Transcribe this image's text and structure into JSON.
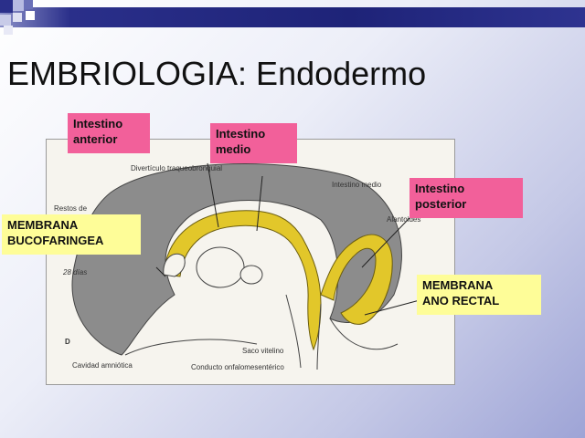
{
  "slide": {
    "title": "EMBRIOLOGIA: Endodermo"
  },
  "labels": {
    "intestino_anterior": [
      "Intestino",
      "anterior"
    ],
    "intestino_medio": [
      "Intestino",
      "medio"
    ],
    "intestino_posterior": [
      "Intestino",
      "posterior"
    ],
    "membrana_bucofaringea": [
      "MEMBRANA",
      "BUCOFARINGEA"
    ],
    "membrana_ano_rectal": [
      "MEMBRANA",
      "ANO RECTAL"
    ]
  },
  "figure": {
    "panel_letter": "D",
    "age": "28 días",
    "texts": {
      "diverticulo": "Divertículo traqueobronquial",
      "restos": "Restos de",
      "intestino_medio": "Intestino medio",
      "alantoides": "Alantoides",
      "saco_vitelino": "Saco vitelino",
      "cavidad_amniotica": "Cavidad amniótica",
      "conducto": "Conducto onfalomesentérico"
    }
  },
  "colors": {
    "title_bar": "#1e2378",
    "label_pink": "#f2609a",
    "label_yellow": "#fefd98",
    "endoderm": "#e2c72a",
    "mesoderm_gray": "#8c8c8c"
  }
}
